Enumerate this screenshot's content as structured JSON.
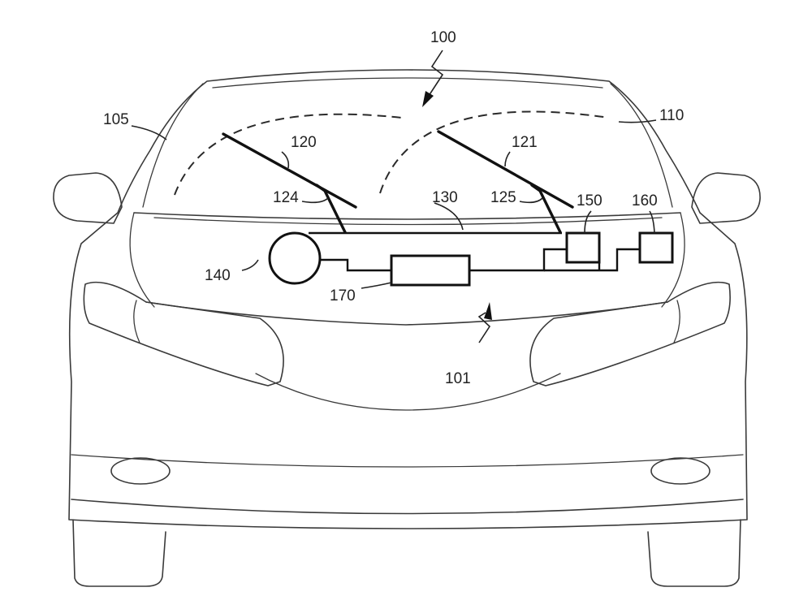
{
  "figure": {
    "labels": {
      "system": "100",
      "vehicle": "101",
      "windshield_left": "105",
      "windshield_right": "110",
      "wiper_left": "120",
      "wiper_right": "121",
      "arm_left": "124",
      "arm_right": "125",
      "wiring": "130",
      "motor": "140",
      "module_a": "150",
      "module_b": "160",
      "controller": "170"
    }
  }
}
